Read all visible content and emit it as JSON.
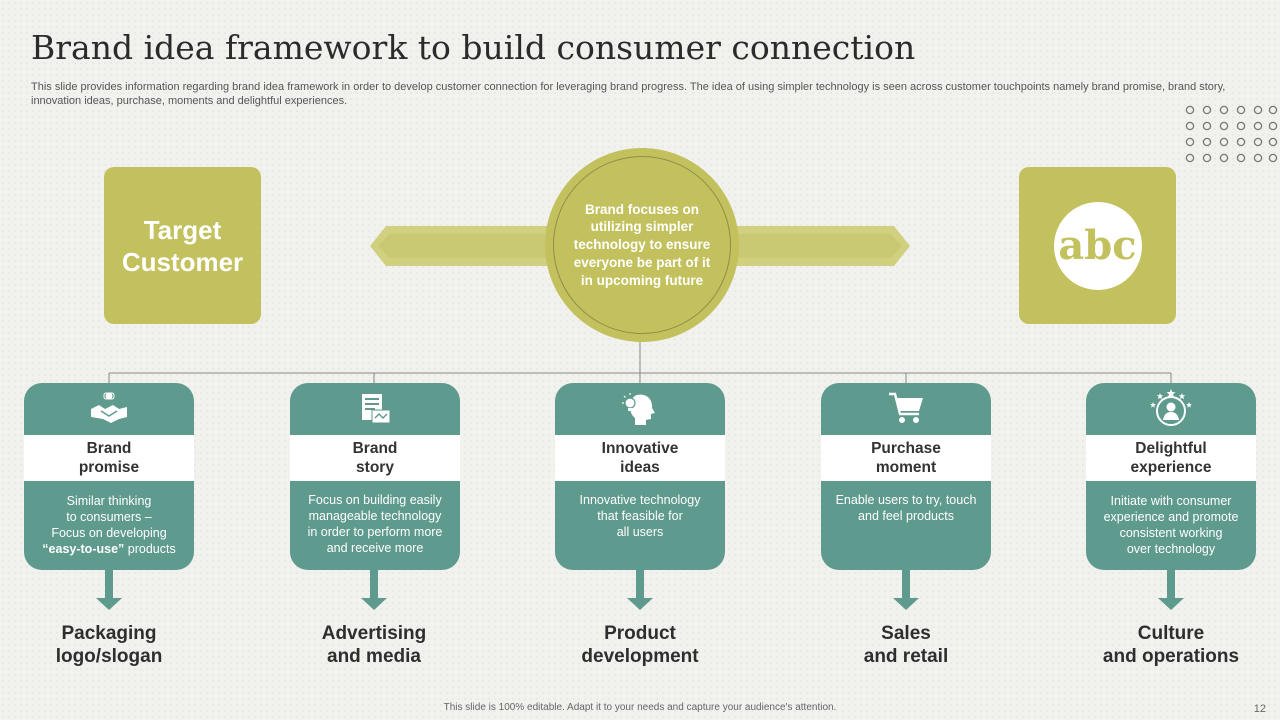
{
  "title": "Brand idea framework to build consumer connection",
  "subtitle": "This slide provides information regarding brand idea framework in order to develop customer connection for leveraging brand progress. The idea of using simpler technology is seen across customer touchpoints namely brand promise, brand story, innovation ideas, purchase, moments and delightful experiences.",
  "target_box": {
    "line1": "Target",
    "line2": "Customer"
  },
  "center_text": "Brand focuses on utilizing simpler technology to ensure everyone be part of it in upcoming future",
  "logo_text": "abc",
  "colors": {
    "olive": "#c2c15e",
    "olive_light": "#d0d07f",
    "teal": "#5e9a8d",
    "text_dark": "#2e2e2e"
  },
  "cards": [
    {
      "icon": "handshake-icon",
      "title1": "Brand",
      "title2": "promise",
      "body_lines": [
        "Similar thinking",
        "to consumers –",
        "Focus on developing"
      ],
      "body_bold": "“easy-to-use”",
      "body_tail": " products",
      "bottom1": "Packaging",
      "bottom2": "logo/slogan"
    },
    {
      "icon": "document-icon",
      "title1": "Brand",
      "title2": "story",
      "body_lines": [
        "Focus on building easily",
        "manageable technology",
        "in order to perform  more",
        "and receive  more"
      ],
      "bottom1": "Advertising",
      "bottom2": "and media"
    },
    {
      "icon": "head-lightbulb-icon",
      "title1": "Innovative",
      "title2": "ideas",
      "body_lines": [
        "Innovative  technology",
        "that feasible for",
        "all users"
      ],
      "bottom1": "Product",
      "bottom2": "development"
    },
    {
      "icon": "shopping-cart-icon",
      "title1": "Purchase",
      "title2": "moment",
      "body_lines": [
        "Enable users to try, touch",
        "and feel products"
      ],
      "bottom1": "Sales",
      "bottom2": "and retail"
    },
    {
      "icon": "user-stars-icon",
      "title1": "Delightful",
      "title2": "experience",
      "body_lines": [
        "Initiate with consumer",
        "experience and promote",
        "consistent working",
        "over technology"
      ],
      "bottom1": "Culture",
      "bottom2": "and operations"
    }
  ],
  "footer": "This slide is 100% editable.  Adapt it to your needs and capture your audience's attention.",
  "page_number": "12"
}
